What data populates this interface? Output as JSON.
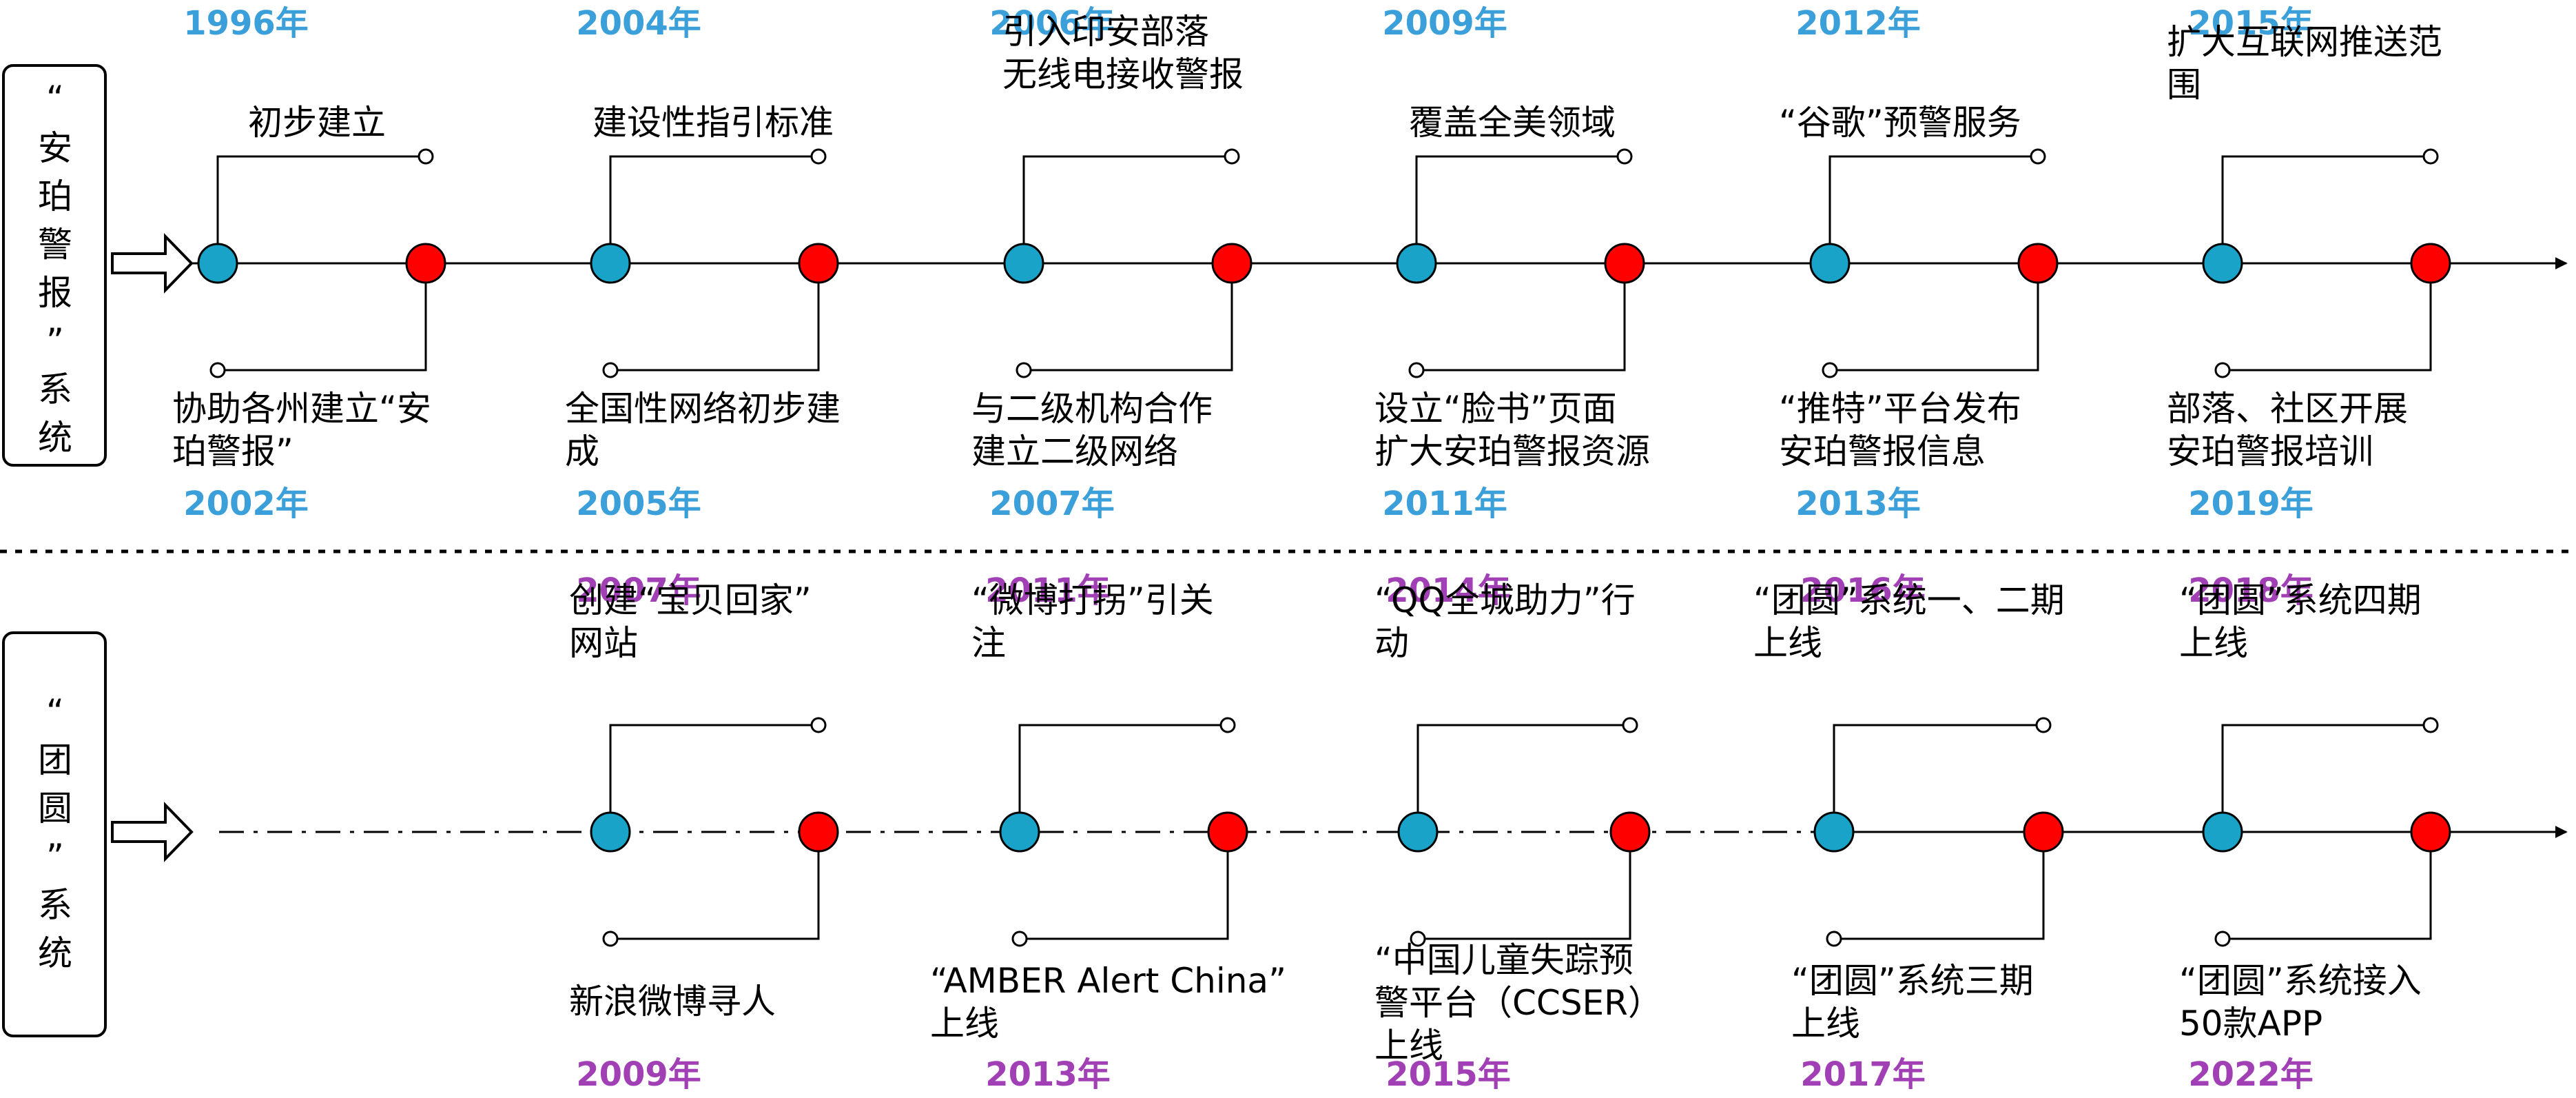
{
  "colors": {
    "node_start": "#1aa3c8",
    "node_end": "#ff0000",
    "year_amber": "#3b9fd9",
    "year_tuanyuan": "#a13fb5",
    "line": "#000000"
  },
  "systems": [
    {
      "id": "amber",
      "box_label": "“安珀警报”系统",
      "box_chars": [
        "“",
        "安",
        "珀",
        "警",
        "报",
        "”",
        "系",
        "统"
      ],
      "year_color_key": "year_amber",
      "segments": [
        {
          "top_year": "1996年",
          "top_event": [
            "初步建立"
          ],
          "bottom_year": "2002年",
          "bottom_event": [
            "协助各州建立“安",
            "珀警报”"
          ]
        },
        {
          "top_year": "2004年",
          "top_event": [
            "建设性指引标准"
          ],
          "bottom_year": "2005年",
          "bottom_event": [
            "全国性网络初步建",
            "成"
          ]
        },
        {
          "top_year": "2006年",
          "top_event": [
            "引入印安部落",
            "无线电接收警报"
          ],
          "bottom_year": "2007年",
          "bottom_event": [
            "与二级机构合作",
            "建立二级网络"
          ]
        },
        {
          "top_year": "2009年",
          "top_event": [
            "覆盖全美领域"
          ],
          "bottom_year": "2011年",
          "bottom_event": [
            "设立“脸书”页面",
            "扩大安珀警报资源"
          ]
        },
        {
          "top_year": "2012年",
          "top_event": [
            "“谷歌”预警服务"
          ],
          "bottom_year": "2013年",
          "bottom_event": [
            "“推特”平台发布",
            "安珀警报信息"
          ]
        },
        {
          "top_year": "2015年",
          "top_event": [
            "扩大互联网推送范",
            "围"
          ],
          "bottom_year": "2019年",
          "bottom_event": [
            "部落、社区开展",
            "安珀警报培训"
          ]
        }
      ]
    },
    {
      "id": "tuanyuan",
      "box_label": "“团圆”系统",
      "box_chars": [
        "“",
        "团",
        "圆",
        "”",
        "系",
        "统"
      ],
      "year_color_key": "year_tuanyuan",
      "segments": [
        {
          "top_year": "2007年",
          "top_event": [
            "创建“宝贝回家”",
            "网站"
          ],
          "bottom_year": "2009年",
          "bottom_event": [
            "新浪微博寻人"
          ]
        },
        {
          "top_year": "2011年",
          "top_event": [
            "“微博打拐”引关",
            "注"
          ],
          "bottom_year": "2013年",
          "bottom_event": [
            "“AMBER Alert China”",
            "上线"
          ]
        },
        {
          "top_year": "2014年",
          "top_event": [
            "“QQ全城助力”行",
            "动"
          ],
          "bottom_year": "2015年",
          "bottom_event": [
            "“中国儿童失踪预",
            "警平台（CCSER）",
            "上线"
          ]
        },
        {
          "top_year": "2016年",
          "top_event": [
            "“团圆”系统一、二期",
            "上线"
          ],
          "bottom_year": "2017年",
          "bottom_event": [
            "“团圆”系统三期",
            "上线"
          ]
        },
        {
          "top_year": "2018年",
          "top_event": [
            "“团圆”系统四期",
            "上线"
          ],
          "bottom_year": "2022年",
          "bottom_event": [
            "“团圆”系统接入",
            "50款APP"
          ]
        }
      ]
    }
  ]
}
